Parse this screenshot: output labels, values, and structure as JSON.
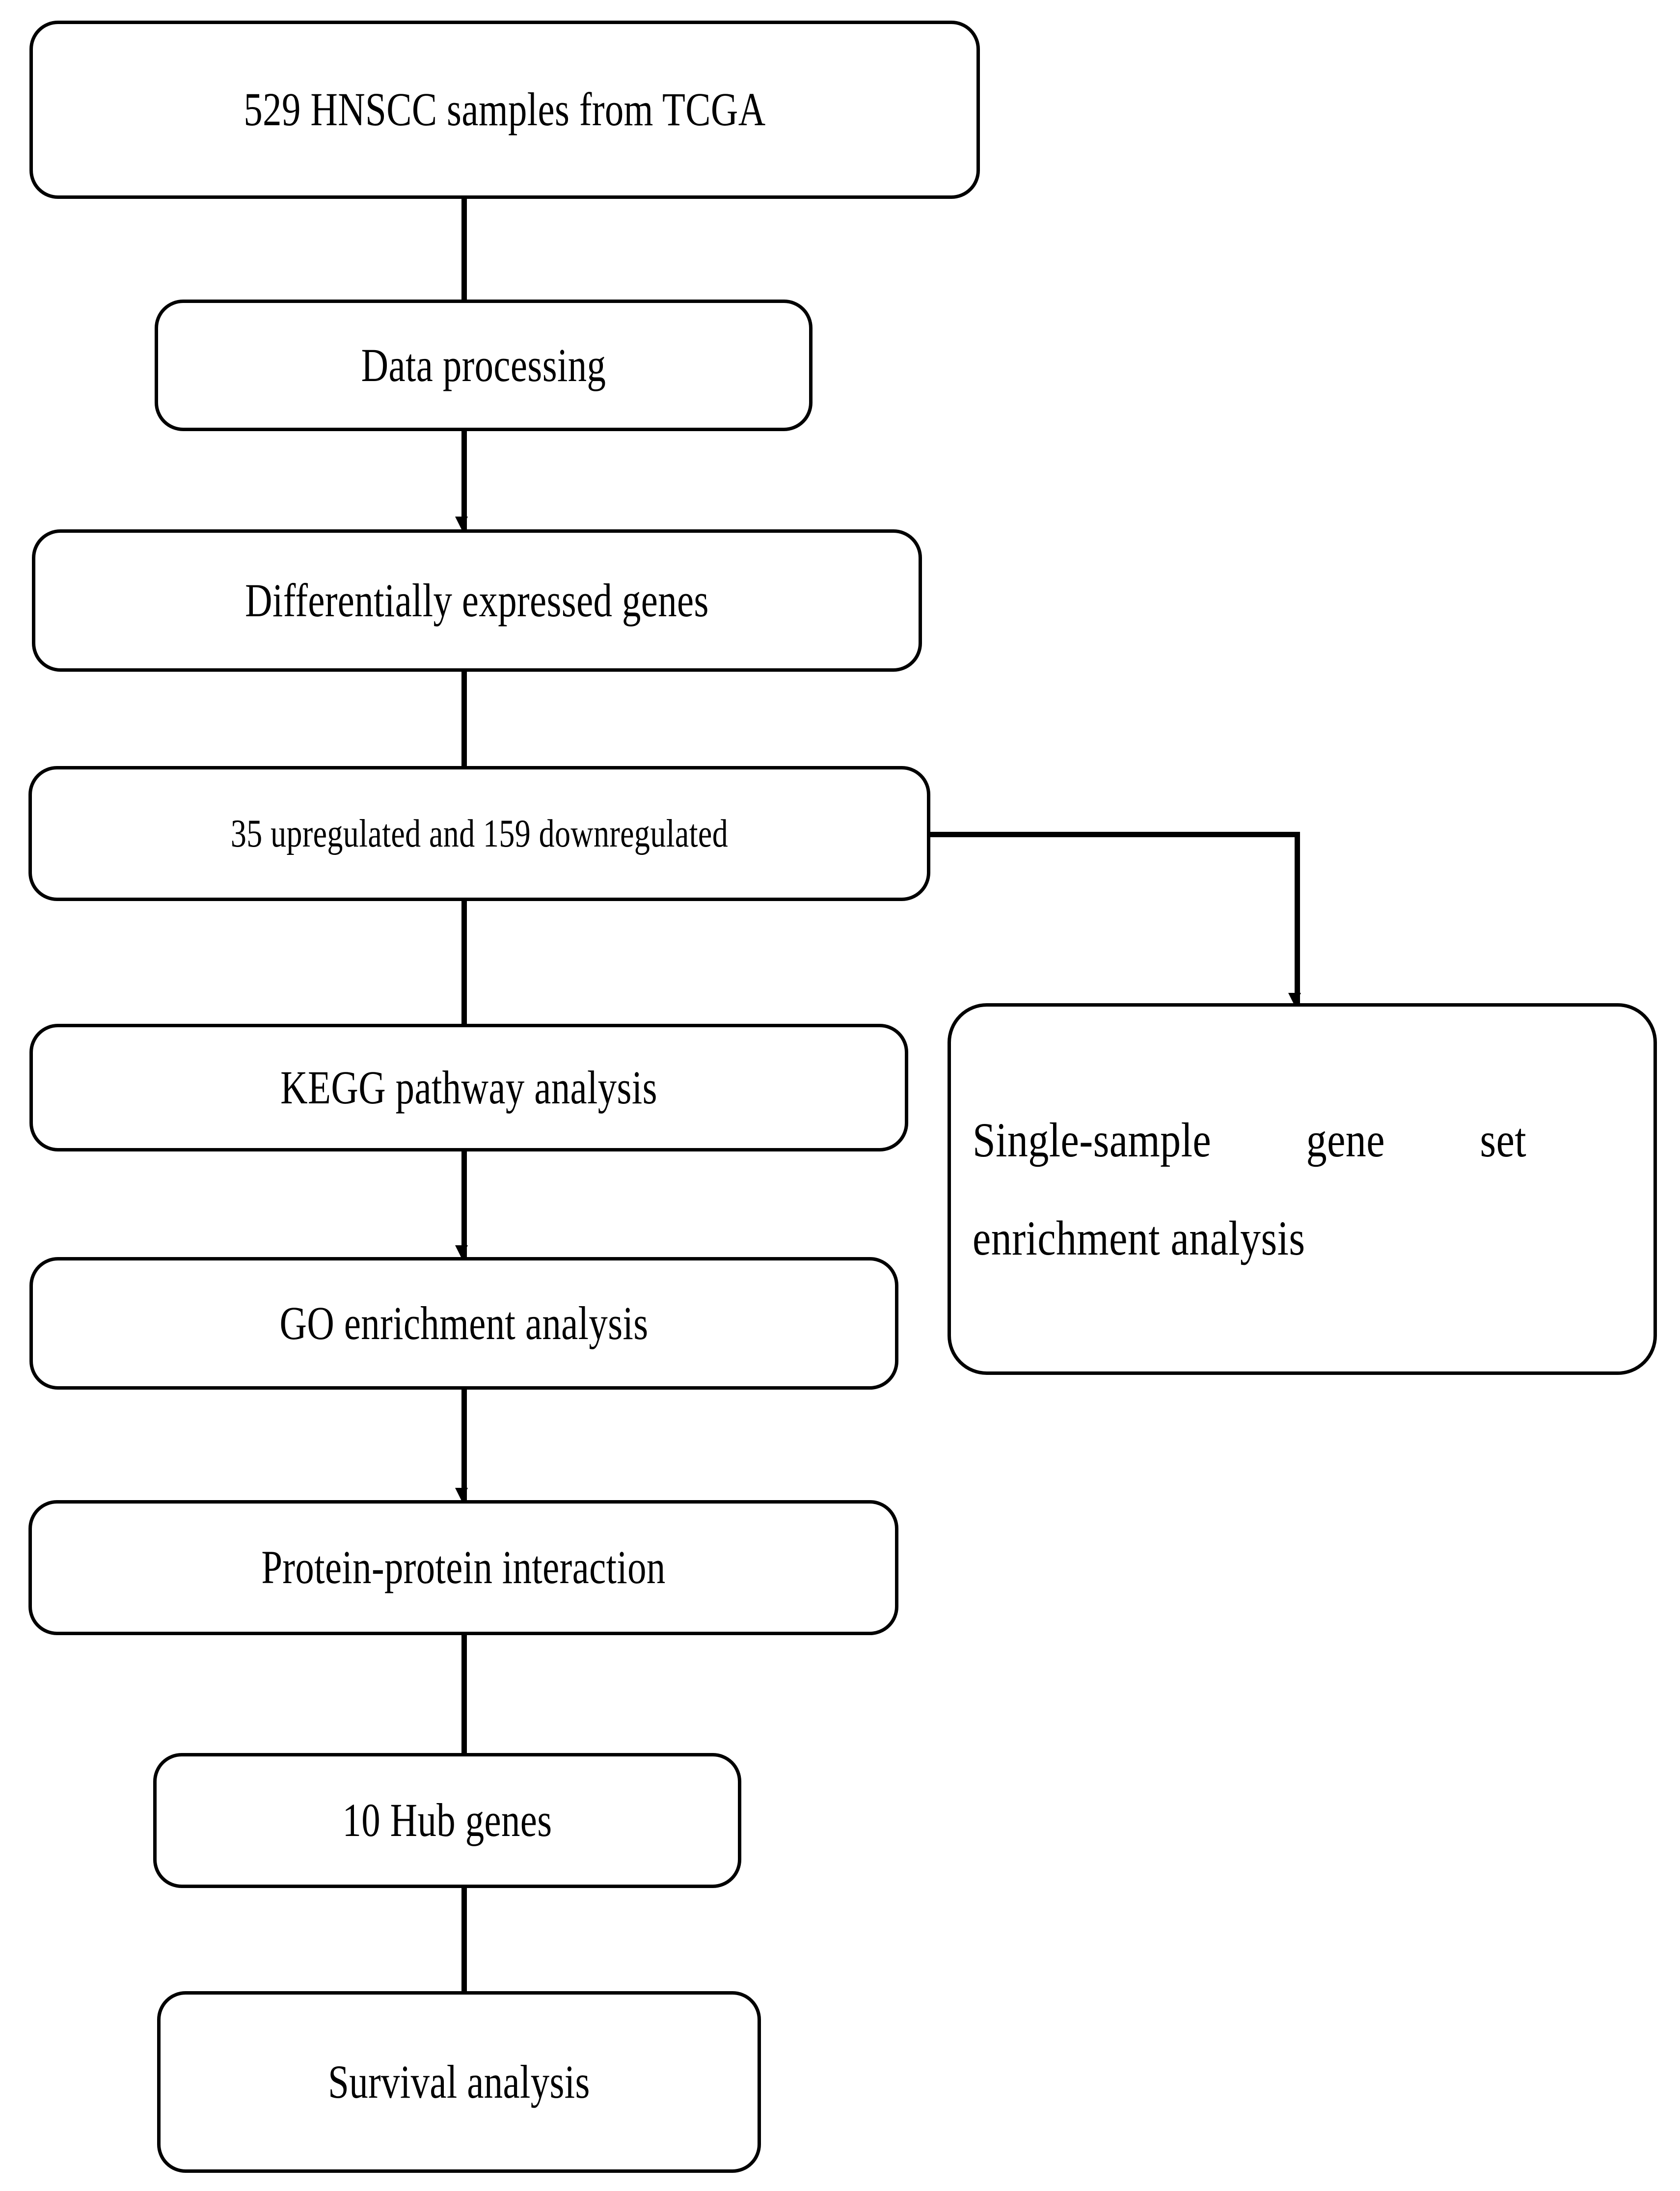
{
  "diagram": {
    "title": "HNSCC bioinformatics analysis workflow",
    "type": "flowchart",
    "orientation": "top-to-bottom",
    "stroke_color": "#000000",
    "fill_color": "#ffffff"
  },
  "nodes": [
    {
      "id": "n1",
      "label": "529 HNSCC samples from TCGA"
    },
    {
      "id": "n2",
      "label": "Data processing"
    },
    {
      "id": "n3",
      "label": "Differentially expressed genes"
    },
    {
      "id": "n4",
      "label": "35 upregulated and 159 downregulated"
    },
    {
      "id": "n5",
      "label": "KEGG pathway analysis"
    },
    {
      "id": "n6",
      "label": "GO enrichment analysis"
    },
    {
      "id": "n7",
      "label": "Protein-protein interaction"
    },
    {
      "id": "n8",
      "label": "10 Hub genes"
    },
    {
      "id": "n9",
      "label": "Survival analysis"
    },
    {
      "id": "n10",
      "label": "Single-sample gene set enrichment analysis"
    }
  ],
  "edges": [
    {
      "from": "n1",
      "to": "n2",
      "style": "straight-down"
    },
    {
      "from": "n2",
      "to": "n3",
      "style": "straight-down-arrow"
    },
    {
      "from": "n3",
      "to": "n4",
      "style": "straight-down"
    },
    {
      "from": "n4",
      "to": "n5",
      "style": "straight-down"
    },
    {
      "from": "n5",
      "to": "n6",
      "style": "straight-down-arrow"
    },
    {
      "from": "n6",
      "to": "n7",
      "style": "straight-down-arrow"
    },
    {
      "from": "n7",
      "to": "n8",
      "style": "straight-down"
    },
    {
      "from": "n8",
      "to": "n9",
      "style": "straight-down"
    },
    {
      "from": "n4",
      "to": "n10",
      "style": "right-then-down-arrow"
    }
  ]
}
